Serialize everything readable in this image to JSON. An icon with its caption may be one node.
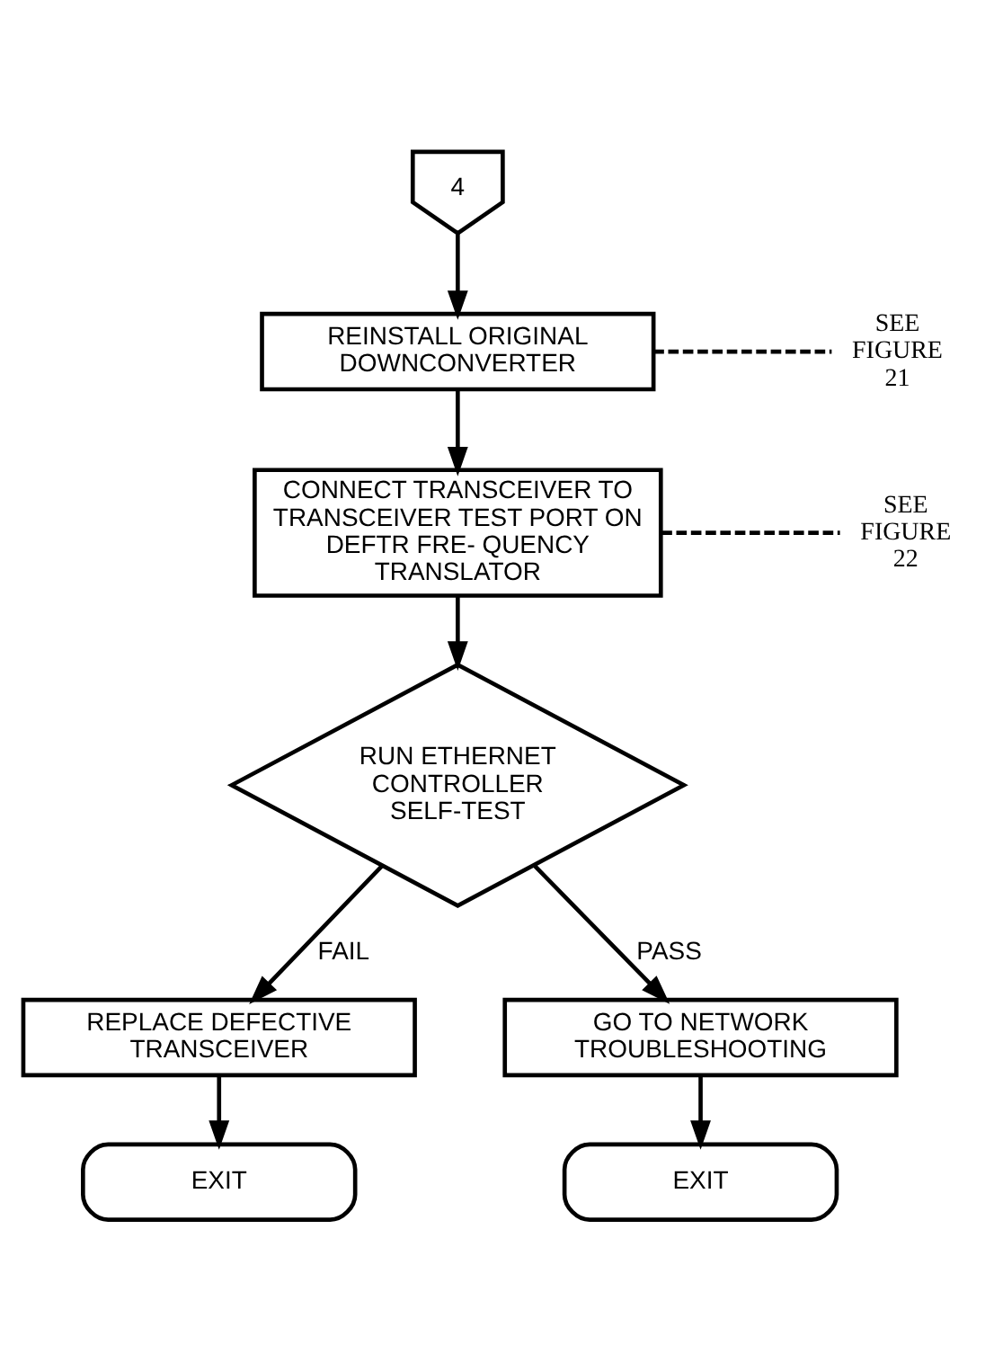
{
  "diagram": {
    "nodes": [
      {
        "text": [
          "4"
        ]
      },
      {
        "text": [
          "REINSTALL ORIGINAL DOWNCONVERTER"
        ]
      },
      {
        "text": [
          "SEE FIGURE 21"
        ]
      },
      {
        "text": [
          "CONNECT TRANSCEIVER TO TRANSCEIVER TEST PORT ON DEFTR FRE- QUENCY TRANSLATOR"
        ]
      },
      {
        "text": [
          "SEE FIGURE 22"
        ]
      },
      {
        "text": [
          "RUN ETHERNET CONTROLLER SELF-TEST"
        ]
      },
      {
        "text": [
          "REPLACE DEFECTIVE TRANSCEIVER"
        ]
      },
      {
        "text": [
          "EXIT"
        ]
      },
      {
        "text": [
          "GO TO NETWORK TROUBLESHOOTING"
        ]
      },
      {
        "text": [
          "EXIT"
        ]
      }
    ],
    "edges": [
      {
        "from": 0,
        "to": 1,
        "arrow": "to"
      },
      {
        "from": 1,
        "to": 2,
        "arrow": "none",
        "style": "dashed"
      },
      {
        "from": 1,
        "to": 3,
        "arrow": "to"
      },
      {
        "from": 3,
        "to": 4,
        "arrow": "none",
        "style": "dashed"
      },
      {
        "from": 3,
        "to": 5,
        "arrow": "to"
      },
      {
        "from": 5,
        "to": 6,
        "arrow": "to",
        "label": "FAIL"
      },
      {
        "from": 6,
        "to": 7,
        "arrow": "to"
      },
      {
        "from": 5,
        "to": 8,
        "arrow": "to",
        "label": "PASS"
      },
      {
        "from": 8,
        "to": 9,
        "arrow": "to"
      }
    ]
  }
}
